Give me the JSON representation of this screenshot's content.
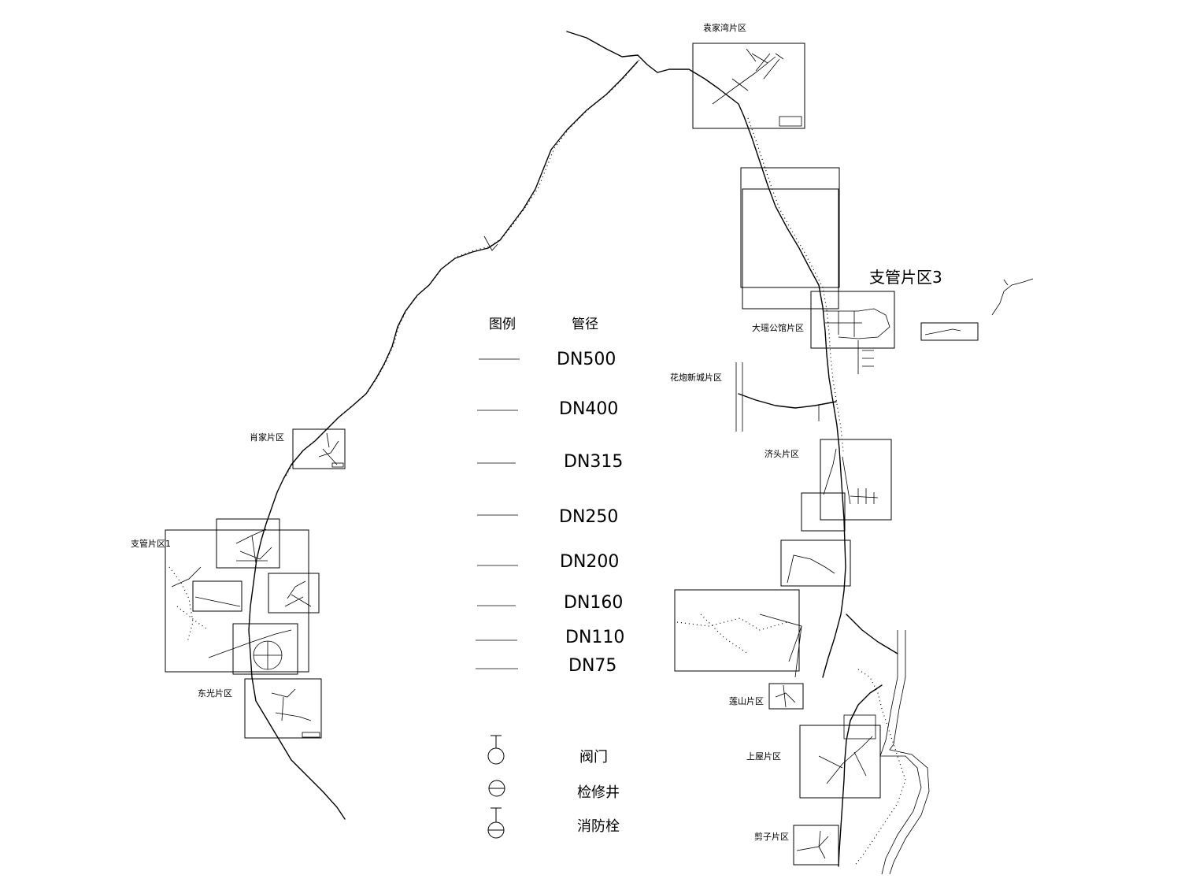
{
  "zones": {
    "yuanjiawan": "袁家湾片区",
    "xiaojia": "肖家片区",
    "zhiguan1": "支管片区1",
    "dongguang": "东光片区",
    "zhiguan3": "支管片区3",
    "dalugongguan": "大瑶公馆片区",
    "huapaoxincheng": "花炮新城片区",
    "jitou": "济头片区",
    "lianshan": "莲山片区",
    "shangwu": "上屋片区",
    "jianzi": "剪子片区"
  },
  "legend": {
    "col_legend": "图例",
    "col_diameter": "管径",
    "diameters": [
      "DN500",
      "DN400",
      "DN315",
      "DN250",
      "DN200",
      "DN160",
      "DN110",
      "DN75"
    ],
    "symbols": [
      "阀门",
      "检修井",
      "消防栓"
    ]
  }
}
